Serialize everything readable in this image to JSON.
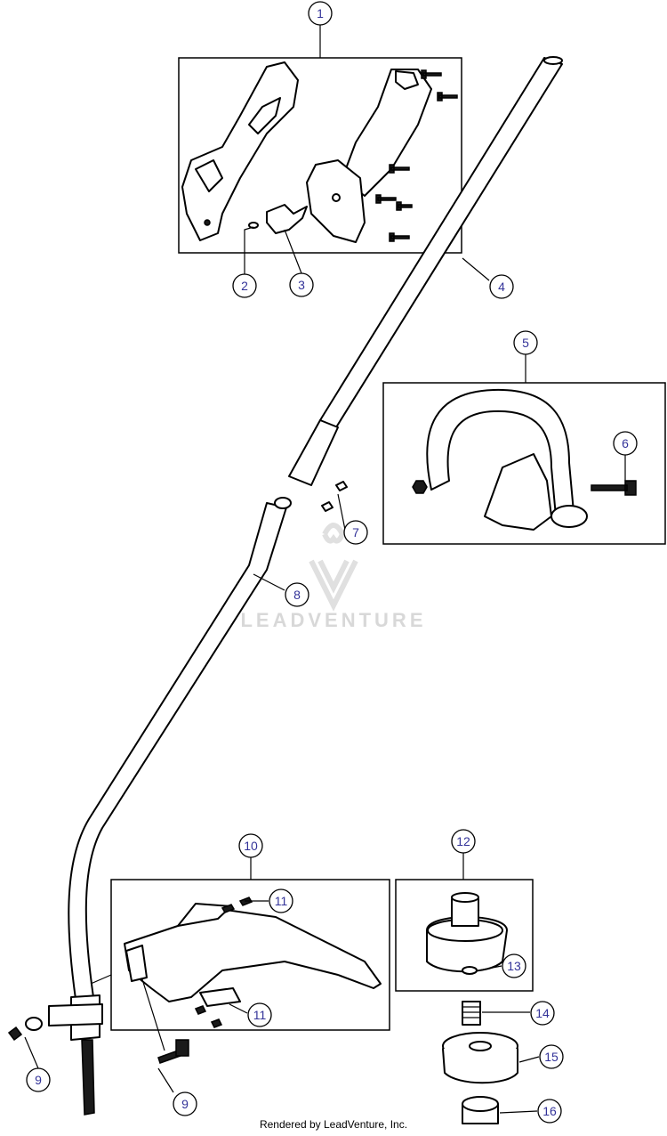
{
  "callouts": [
    {
      "label": "1"
    },
    {
      "label": "2"
    },
    {
      "label": "3"
    },
    {
      "label": "4"
    },
    {
      "label": "5"
    },
    {
      "label": "6"
    },
    {
      "label": "7"
    },
    {
      "label": "8"
    },
    {
      "label": "9"
    },
    {
      "label": "9"
    },
    {
      "label": "10"
    },
    {
      "label": "11"
    },
    {
      "label": "11"
    },
    {
      "label": "12"
    },
    {
      "label": "13"
    },
    {
      "label": "14"
    },
    {
      "label": "15"
    },
    {
      "label": "16"
    }
  ],
  "watermark": {
    "text": "LEADVENTURE"
  },
  "footer": {
    "text": "Rendered by LeadVenture, Inc."
  },
  "colors": {
    "callout_text": "#333399",
    "line": "#000000",
    "watermark": "#d8d8d8"
  }
}
